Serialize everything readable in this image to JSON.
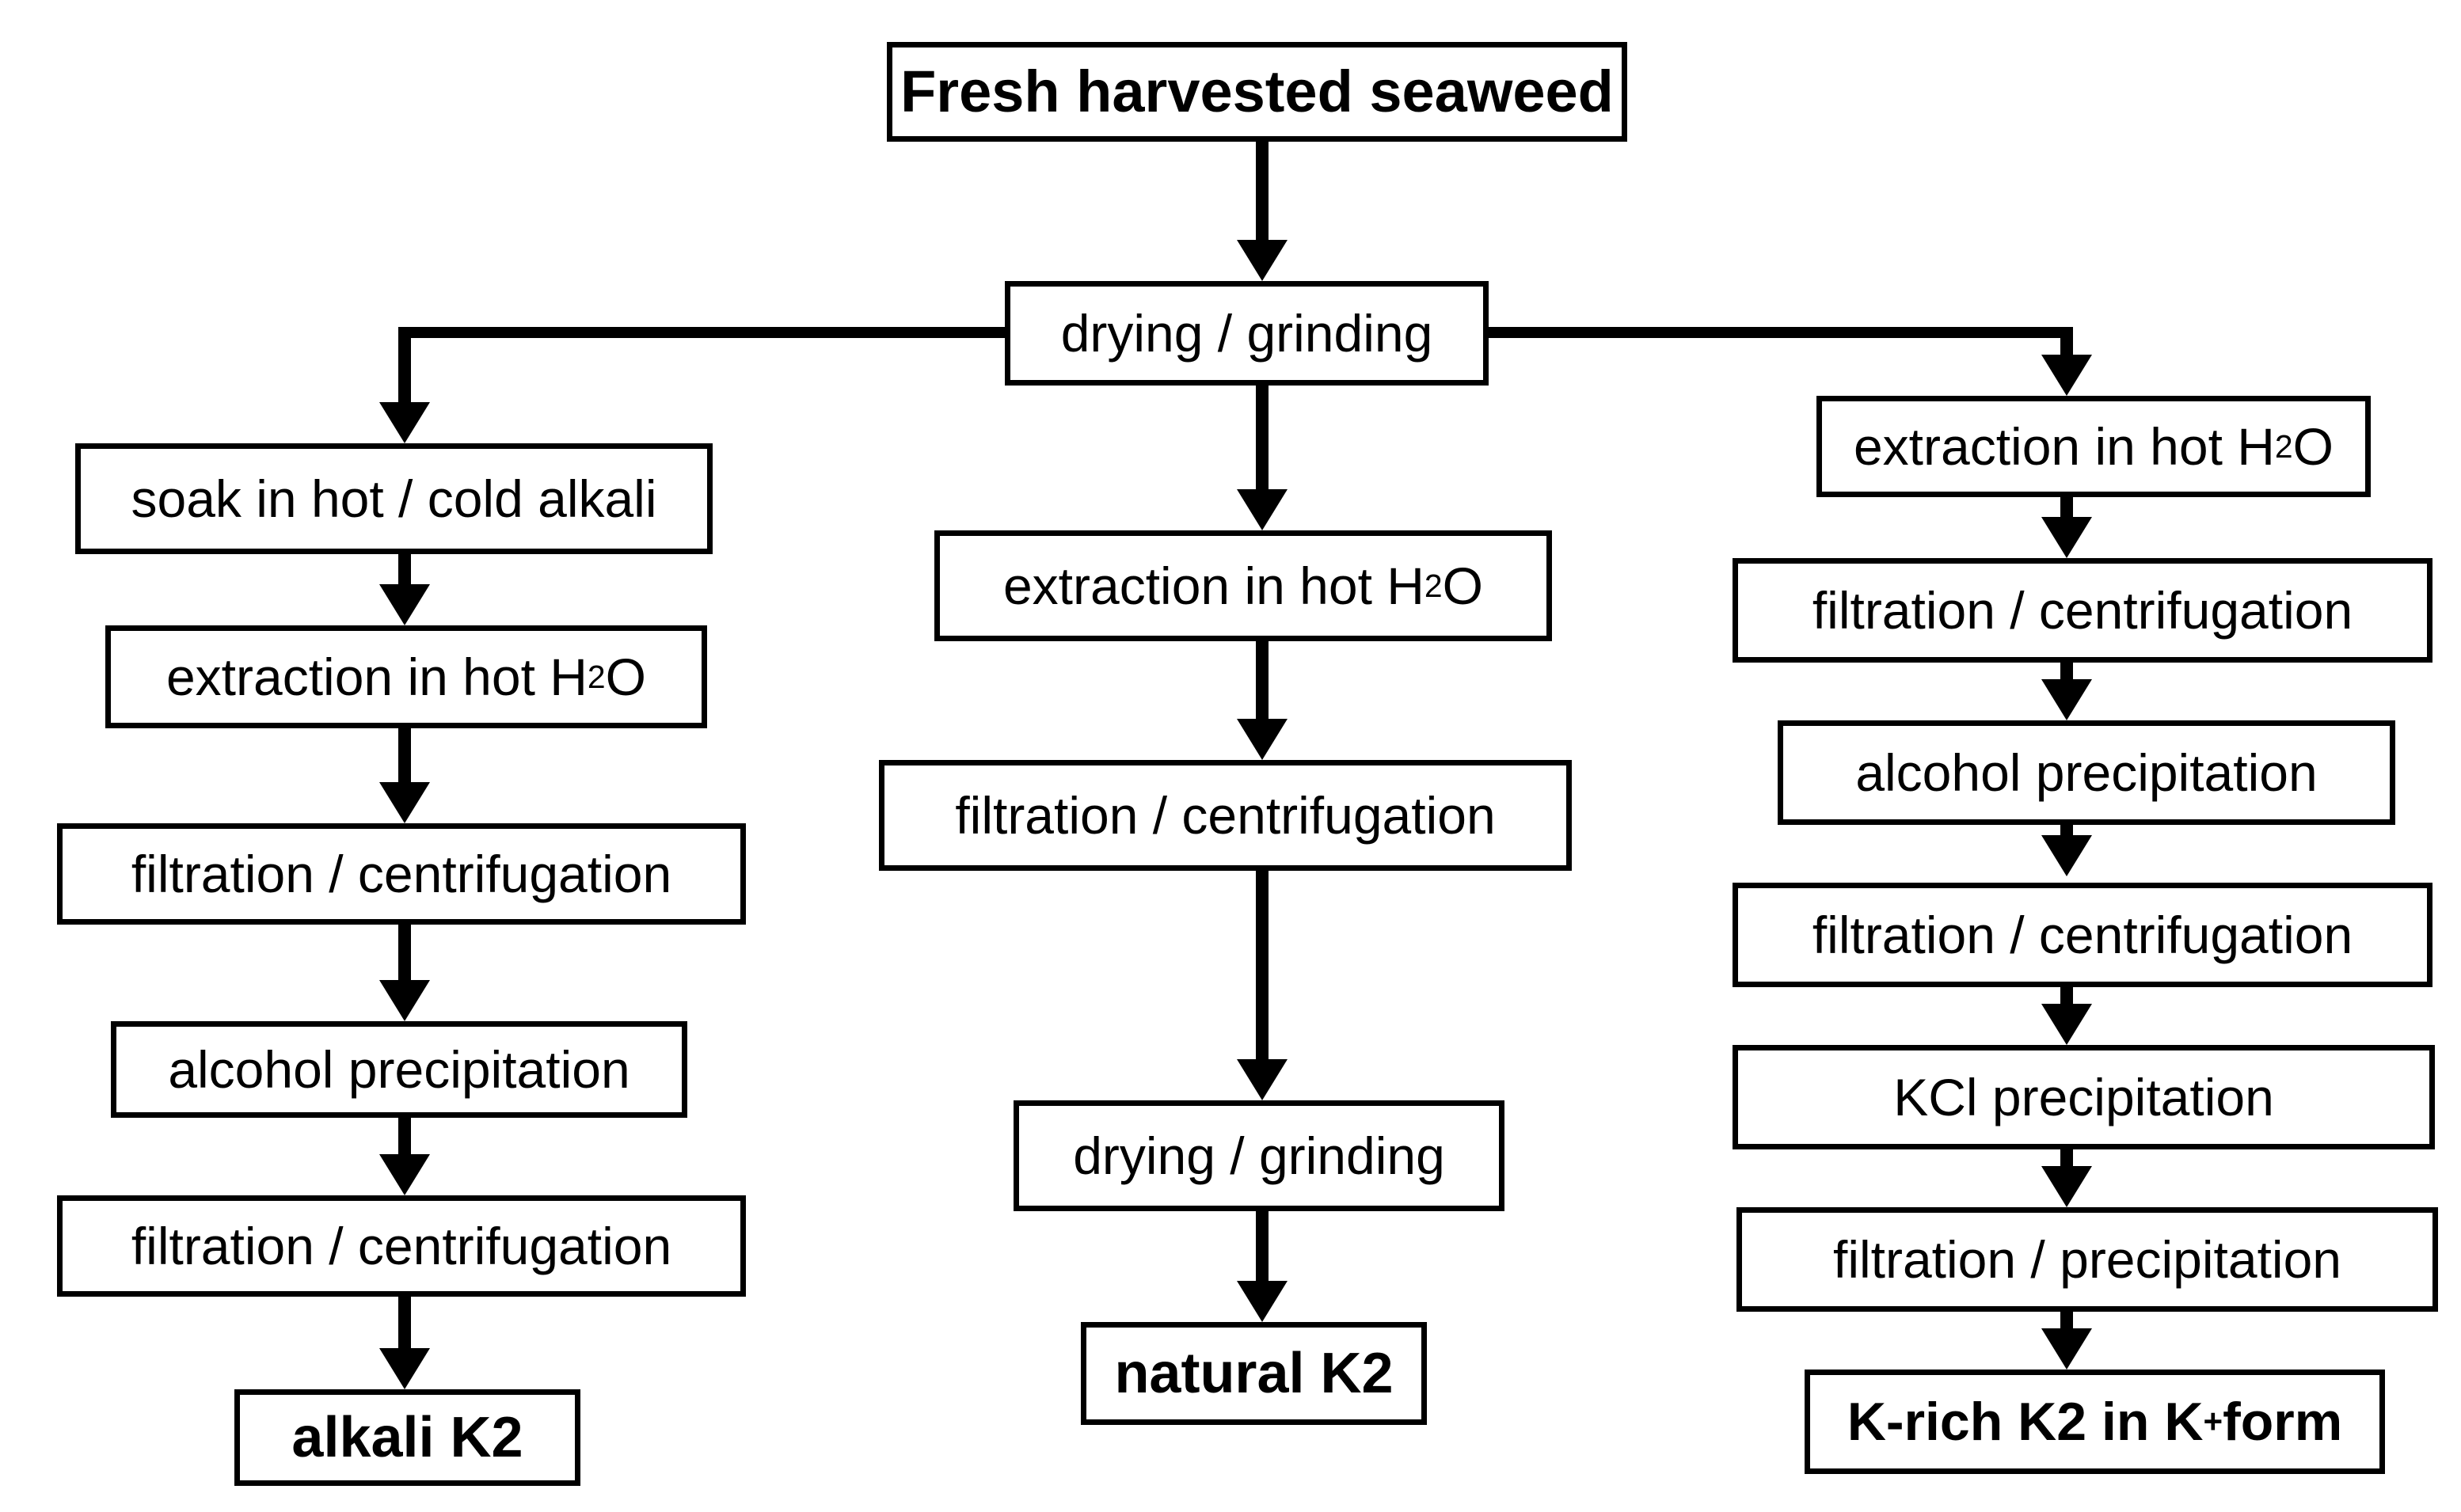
{
  "flowchart": {
    "source": {
      "id": "source",
      "label": "Fresh harvested seaweed",
      "emphasis": "bold"
    },
    "preprocess": {
      "id": "pre",
      "label": "drying / grinding"
    },
    "branches": {
      "left": {
        "steps": [
          {
            "id": "L1",
            "label": "soak in hot / cold alkali"
          },
          {
            "id": "L2",
            "label": "extraction in hot H₂O"
          },
          {
            "id": "L3",
            "label": "filtration / centrifugation"
          },
          {
            "id": "L4",
            "label": "alcohol precipitation"
          },
          {
            "id": "L5",
            "label": "filtration / centrifugation"
          },
          {
            "id": "L6",
            "label": "alkali K2",
            "emphasis": "bold"
          }
        ]
      },
      "center": {
        "steps": [
          {
            "id": "C1",
            "label": "extraction in hot H₂O"
          },
          {
            "id": "C2",
            "label": "filtration / centrifugation"
          },
          {
            "id": "C3",
            "label": "drying / grinding"
          },
          {
            "id": "C4",
            "label": "natural K2",
            "emphasis": "bold"
          }
        ]
      },
      "right": {
        "steps": [
          {
            "id": "R1",
            "label": "extraction in hot H₂O"
          },
          {
            "id": "R2",
            "label": "filtration / centrifugation"
          },
          {
            "id": "R3",
            "label": "alcohol precipitation"
          },
          {
            "id": "R4",
            "label": "filtration / centrifugation"
          },
          {
            "id": "R5",
            "label": "KCl precipitation"
          },
          {
            "id": "R6",
            "label": "filtration / precipitation"
          },
          {
            "id": "R7",
            "label": "K-rich K2 in K⁺ form",
            "emphasis": "bold"
          }
        ]
      }
    },
    "edges": [
      {
        "from": "source",
        "to": "pre"
      },
      {
        "from": "pre",
        "to": "L1"
      },
      {
        "from": "pre",
        "to": "C1"
      },
      {
        "from": "pre",
        "to": "R1"
      },
      {
        "from": "L1",
        "to": "L2"
      },
      {
        "from": "L2",
        "to": "L3"
      },
      {
        "from": "L3",
        "to": "L4"
      },
      {
        "from": "L4",
        "to": "L5"
      },
      {
        "from": "L5",
        "to": "L6"
      },
      {
        "from": "C1",
        "to": "C2"
      },
      {
        "from": "C2",
        "to": "C3"
      },
      {
        "from": "C3",
        "to": "C4"
      },
      {
        "from": "R1",
        "to": "R2"
      },
      {
        "from": "R2",
        "to": "R3"
      },
      {
        "from": "R3",
        "to": "R4"
      },
      {
        "from": "R4",
        "to": "R5"
      },
      {
        "from": "R5",
        "to": "R6"
      },
      {
        "from": "R6",
        "to": "R7"
      }
    ]
  },
  "colors": {
    "background": "#ffffff",
    "box_fill": "#ffffff",
    "box_border": "#000000",
    "line": "#000000",
    "text": "#000000"
  }
}
